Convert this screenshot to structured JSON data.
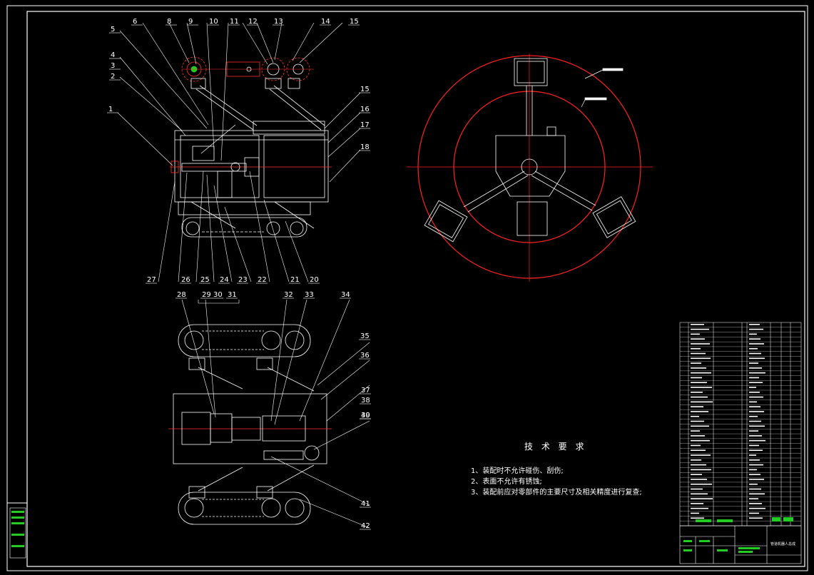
{
  "drawing": {
    "balloons_front": [
      "5",
      "6",
      "8",
      "9",
      "10",
      "11",
      "12",
      "13",
      "14",
      "15",
      "4",
      "3",
      "2",
      "1",
      "15",
      "16",
      "17",
      "18",
      "27",
      "26",
      "25",
      "24",
      "23",
      "22",
      "21",
      "20"
    ],
    "balloons_top": [
      "28",
      "29",
      "30",
      "31",
      "32",
      "33",
      "34",
      "35",
      "36",
      "37",
      "38",
      "39",
      "40",
      "41",
      "42"
    ]
  },
  "tech_requirements": {
    "title": "技 术 要 求",
    "lines": [
      "1、装配时不允许碰伤、刮伤;",
      "2、表面不允许有锈蚀;",
      "3、装配前应对零部件的主要尺寸及相关精度进行复查;"
    ]
  },
  "title_block": {
    "caption": "管道机器人总成"
  },
  "colors": {
    "line": "#ffffff",
    "red": "#ff2020",
    "green": "#22cc22",
    "yellow": "#ffff00"
  }
}
